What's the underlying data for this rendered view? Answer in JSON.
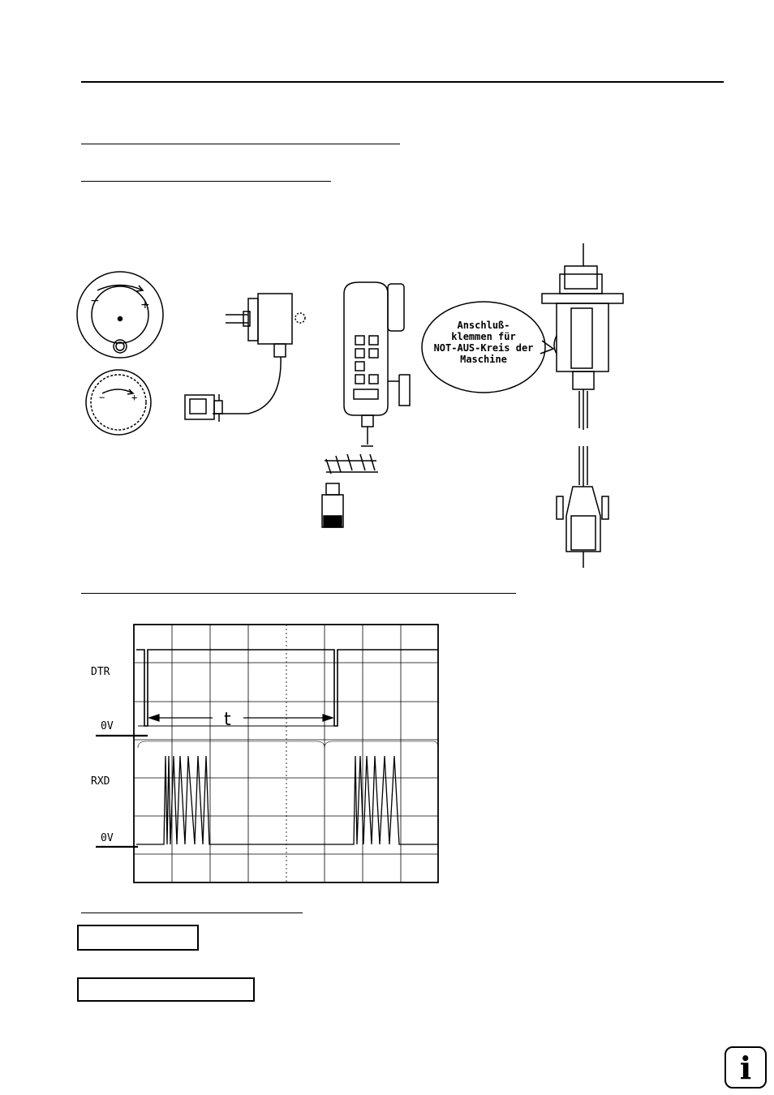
{
  "callout": {
    "lines": [
      "Anschluß-",
      "klemmen für",
      "NOT-AUS-Kreis der",
      "Maschine"
    ]
  },
  "scope": {
    "label_dtr": "DTR",
    "label_0v_top": "0V",
    "label_rxd": "RXD",
    "label_0v_bottom": "0V",
    "label_t": "t"
  },
  "info": {
    "icon": "info-icon",
    "glyph": "i"
  }
}
